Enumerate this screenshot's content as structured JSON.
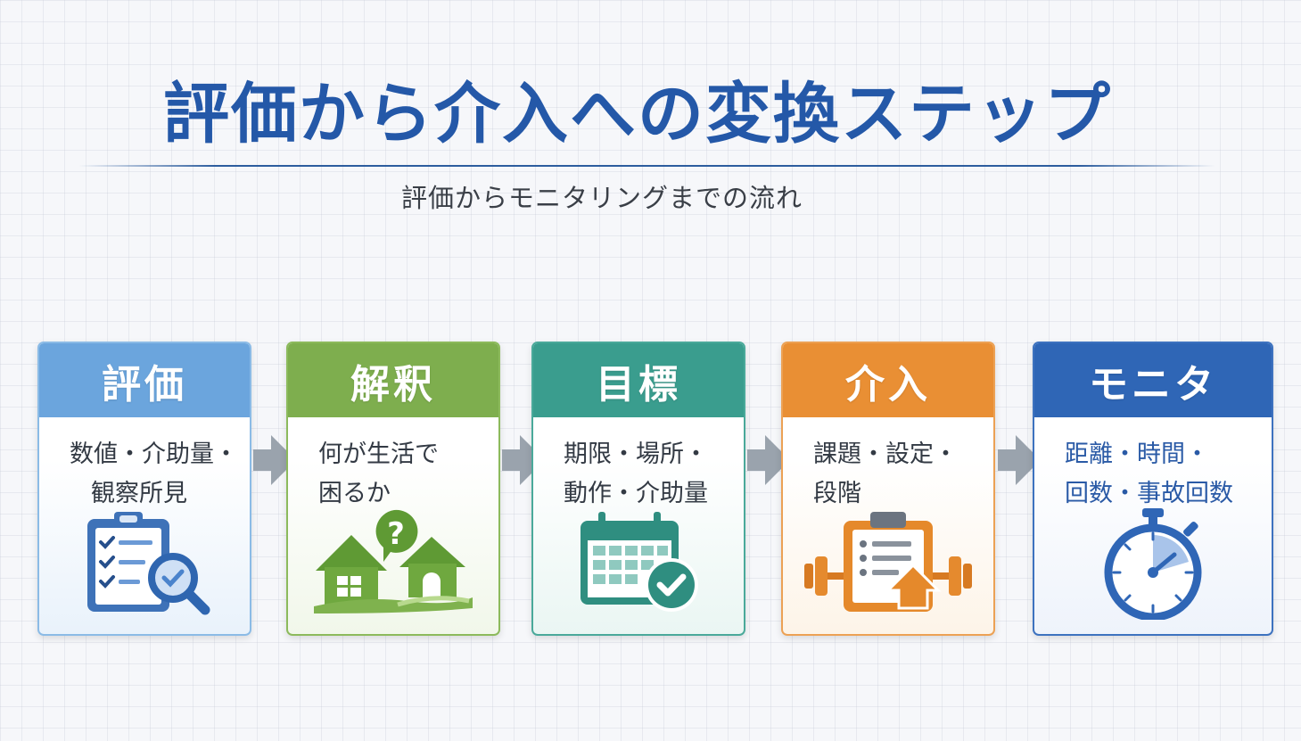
{
  "title": "評価から介入への変換ステップ",
  "subtitle": "評価からモニタリングまでの流れ",
  "steps": [
    {
      "name": "評価",
      "lines": [
        "数値・介助量・",
        "観察所見"
      ],
      "color": "#6ba5dd",
      "border": "#8bbbe6",
      "tint": "#e9f2fb",
      "icon": "clipboard-magnifier-icon"
    },
    {
      "name": "解釈",
      "lines": [
        "何が生活で",
        "困るか"
      ],
      "color": "#7eae4e",
      "border": "#8cba5c",
      "tint": "#f1f7ea",
      "icon": "house-question-icon"
    },
    {
      "name": "目標",
      "lines": [
        "期限・場所・",
        "動作・介助量"
      ],
      "color": "#3a9d8e",
      "border": "#4aa99a",
      "tint": "#eaf6f3",
      "icon": "calendar-check-icon"
    },
    {
      "name": "介入",
      "lines": [
        "課題・設定・",
        "段階"
      ],
      "color": "#e98f34",
      "border": "#eca154",
      "tint": "#fdf4e8",
      "icon": "clipboard-dumbbell-icon"
    },
    {
      "name": "モニタ",
      "lines": [
        "距離・時間・",
        "回数・事故回数"
      ],
      "color": "#2f66b6",
      "border": "#3d72bf",
      "tint": "#eef3fb",
      "icon": "stopwatch-icon"
    }
  ]
}
